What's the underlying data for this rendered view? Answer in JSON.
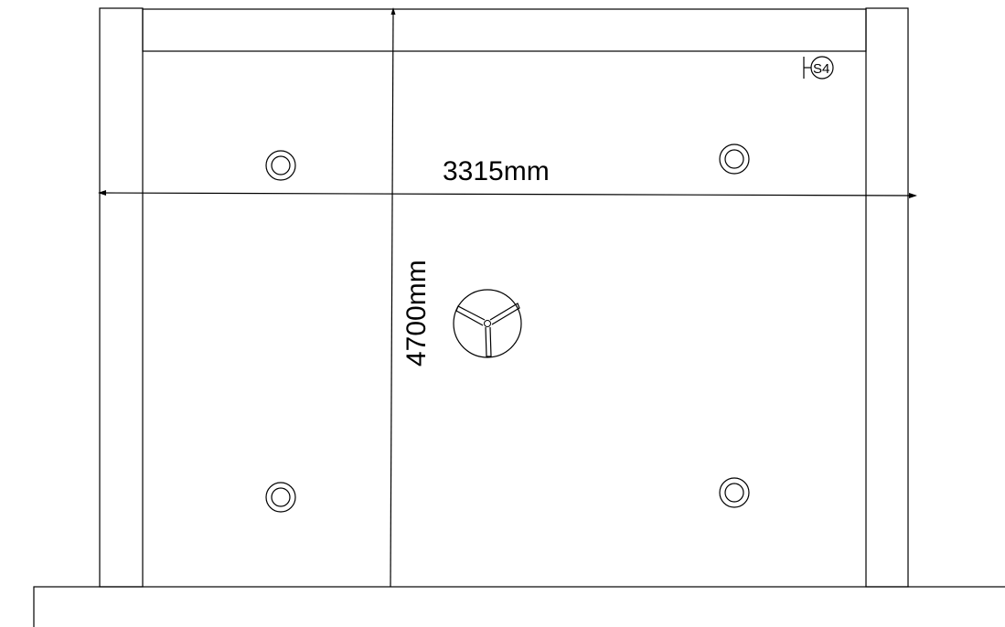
{
  "dimensions": {
    "width_label": "3315mm",
    "height_label": "4700mm"
  },
  "sensor_tag": {
    "label": "S4"
  },
  "colors": {
    "line": "#000000",
    "background": "#ffffff"
  },
  "icons": {
    "fixtures": "recessed-light-icon",
    "fan": "ceiling-fan-icon"
  }
}
